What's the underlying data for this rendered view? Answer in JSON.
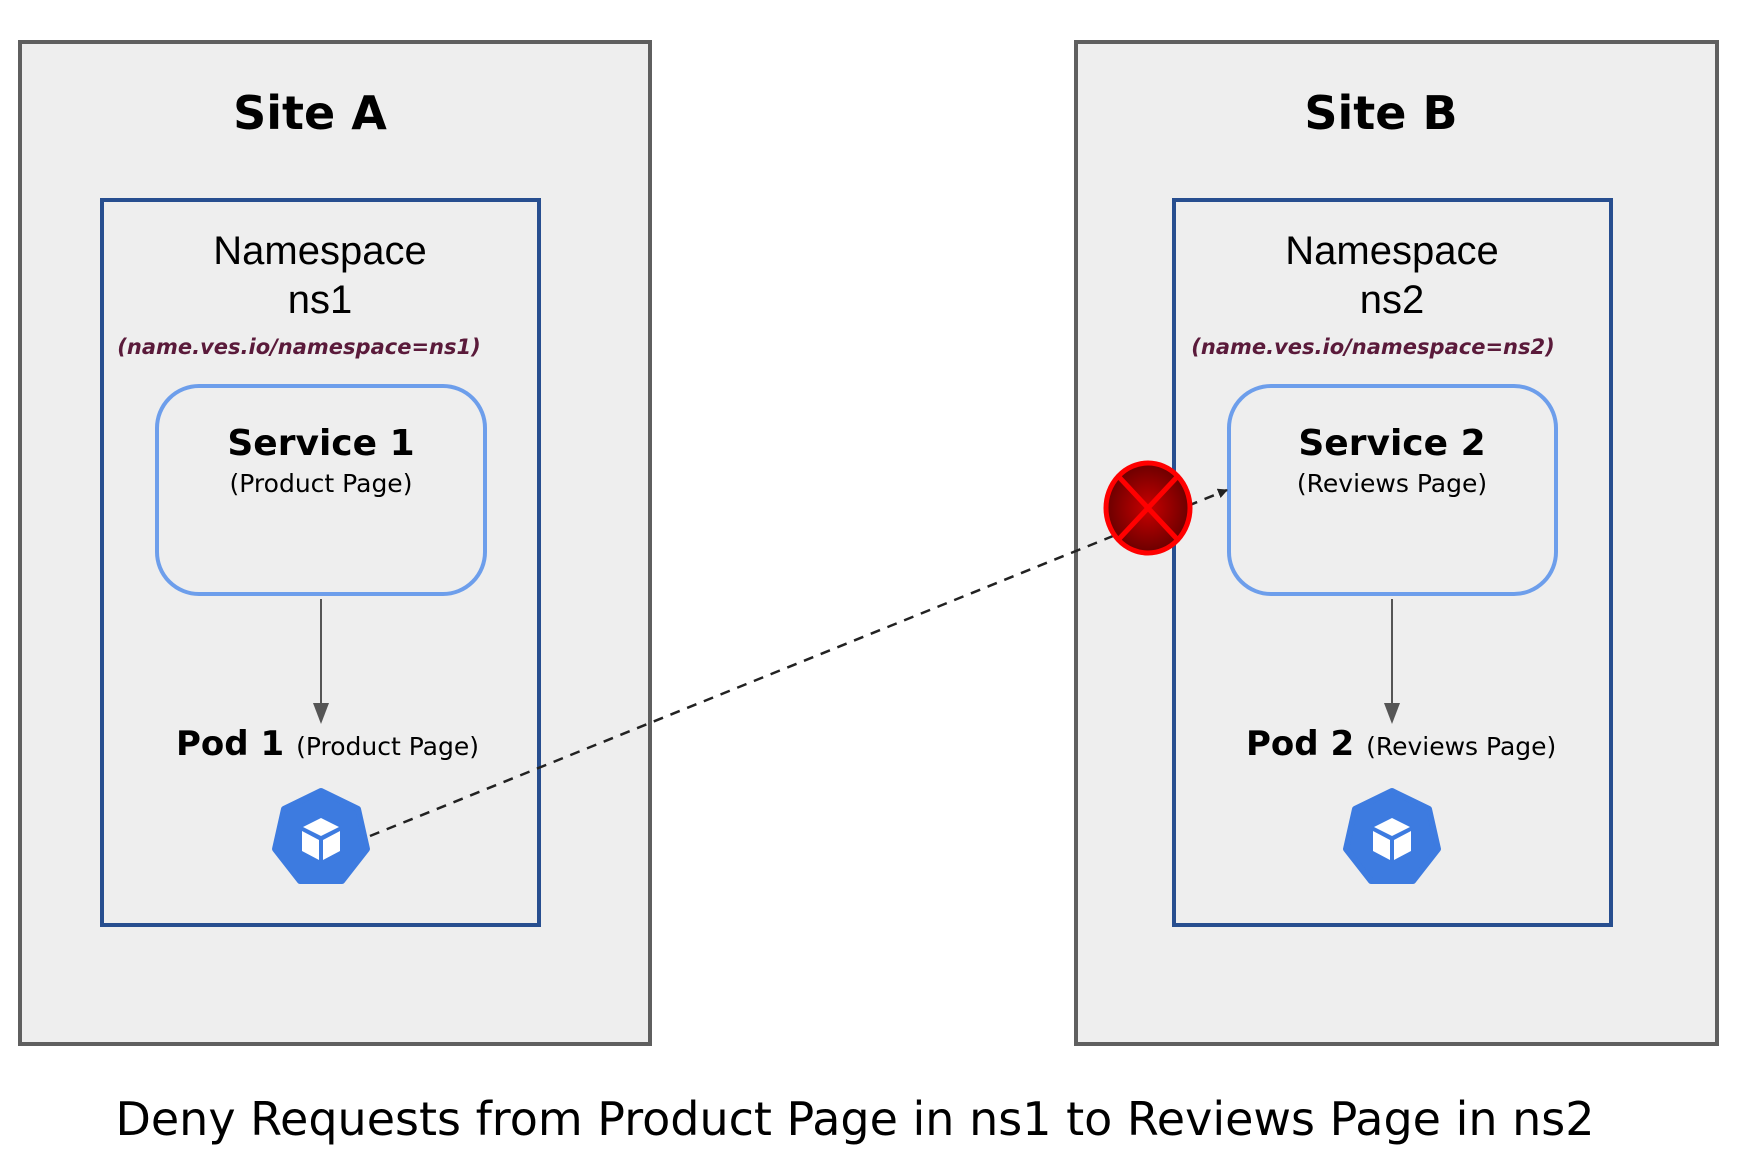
{
  "sites": [
    {
      "title": "Site A",
      "namespace": {
        "title": "Namespace",
        "name": "ns1",
        "label": "(name.ves.io/namespace=ns1)"
      },
      "service": {
        "title": "Service 1",
        "subtitle": "(Product Page)"
      },
      "pod": {
        "title": "Pod 1",
        "subtitle": "(Product Page)",
        "icon": "kubernetes-pod-icon"
      }
    },
    {
      "title": "Site B",
      "namespace": {
        "title": "Namespace",
        "name": "ns2",
        "label": "(name.ves.io/namespace=ns2)"
      },
      "service": {
        "title": "Service 2",
        "subtitle": "(Reviews Page)"
      },
      "pod": {
        "title": "Pod 2",
        "subtitle": "(Reviews Page)",
        "icon": "kubernetes-pod-icon"
      }
    }
  ],
  "connection": {
    "from": "Pod 1",
    "to": "Service 2",
    "status": "denied",
    "icon": "deny-x-icon"
  },
  "caption": "Deny Requests from Product Page in ns1 to Reviews Page in ns2",
  "colors": {
    "site_border": "#5f5f5f",
    "site_fill": "#eeeeee",
    "namespace_border": "#274e8f",
    "service_border": "#6d9eeb",
    "pod_icon": "#3d7be0",
    "deny": "#ff0000",
    "label_text": "#5a1a3a"
  }
}
